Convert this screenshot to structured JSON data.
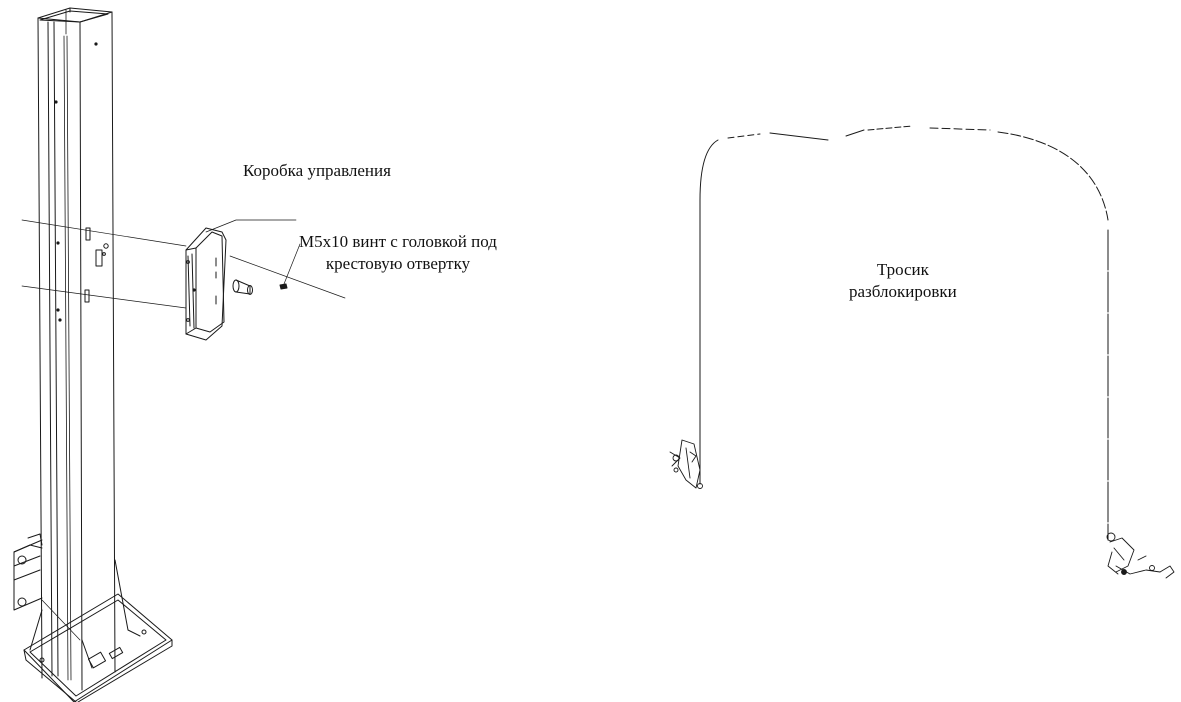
{
  "labels": {
    "control_box": "Коробка управления",
    "screw_line1": "M5x10 винт с головкой под",
    "screw_line2": "крестовую отвертку",
    "cable_line1": "Тросик",
    "cable_line2": "разблокировки"
  },
  "colors": {
    "line": "#1a1a1a",
    "background": "#ffffff"
  }
}
